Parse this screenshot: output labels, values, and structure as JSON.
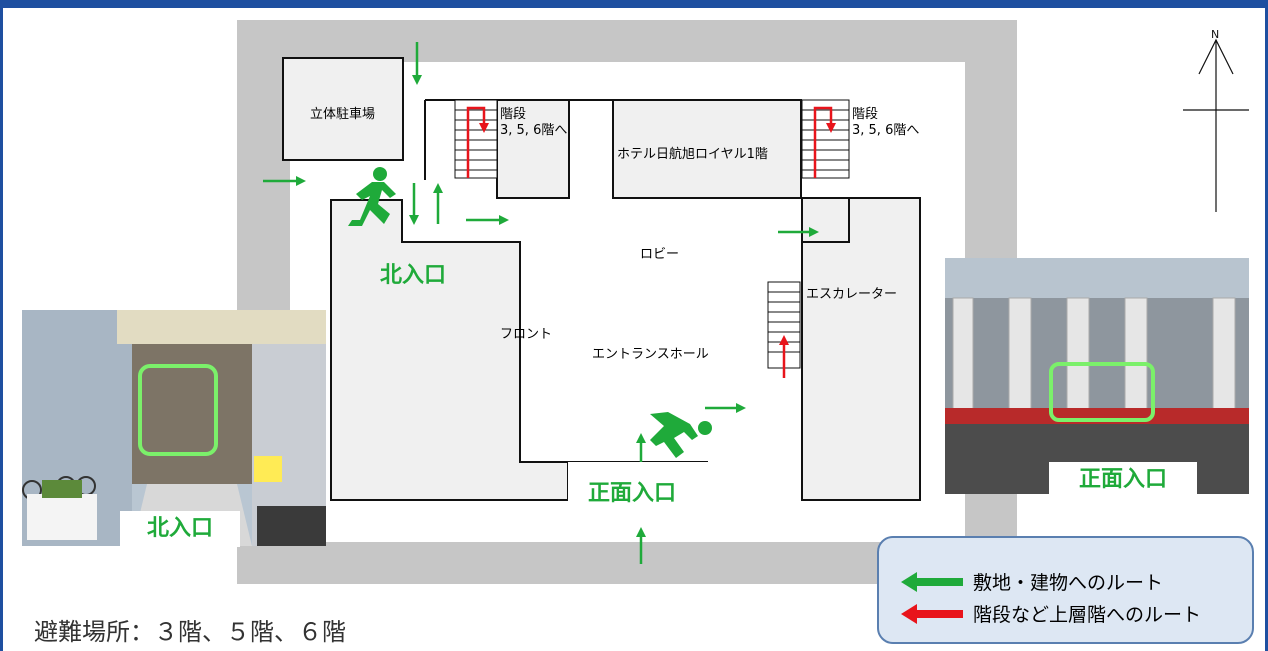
{
  "colors": {
    "route_green": "#1faa3a",
    "route_red": "#e8141b",
    "frame_blue": "#1e4fa0",
    "highlight_green": "#7bf06a"
  },
  "map": {
    "parking": "立体駐車場",
    "stairs_left_title": "階段",
    "stairs_left_sub": "3, 5, 6階へ",
    "stairs_right_title": "階段",
    "stairs_right_sub": "3, 5, 6階へ",
    "hotel": "ホテル日航旭ロイヤル1階",
    "lobby": "ロビー",
    "front": "フロント",
    "entrance_hall": "エントランスホール",
    "escalator": "エスカレーター",
    "north_entrance": "北入口",
    "main_entrance": "正面入口",
    "compass": "N"
  },
  "photos": {
    "north_caption": "北入口",
    "main_caption": "正面入口"
  },
  "legend": {
    "green_label": "敷地・建物へのルート",
    "red_label": "階段など上層階へのルート"
  },
  "refuge": "避難場所：３階、５階、６階"
}
